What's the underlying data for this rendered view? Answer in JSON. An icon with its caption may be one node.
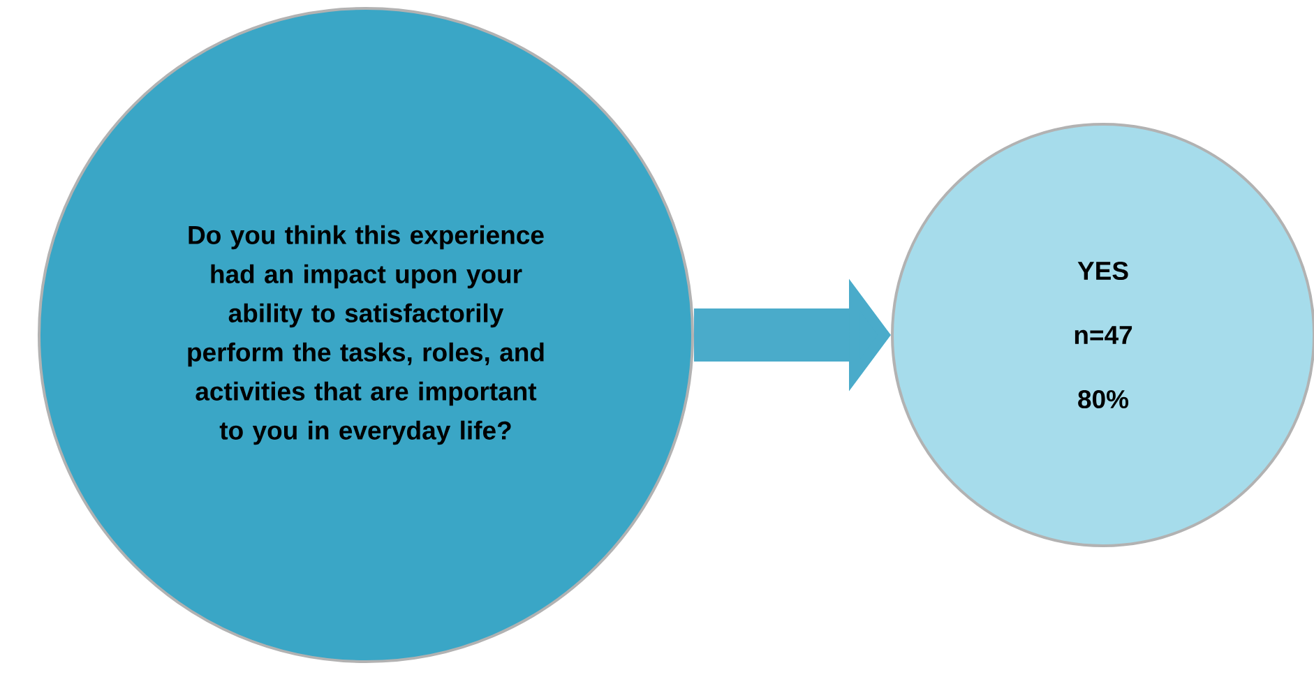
{
  "diagram": {
    "nodes": [
      {
        "text": [
          "Do you think this experience had an impact upon your ability to satisfactorily perform the tasks, roles, and activities that are important to you in everyday life?"
        ]
      },
      {
        "text": [
          "YES",
          "n=47",
          "80%"
        ]
      }
    ],
    "edges": [
      {
        "from": 0,
        "to": 1,
        "arrow": "to"
      }
    ]
  }
}
